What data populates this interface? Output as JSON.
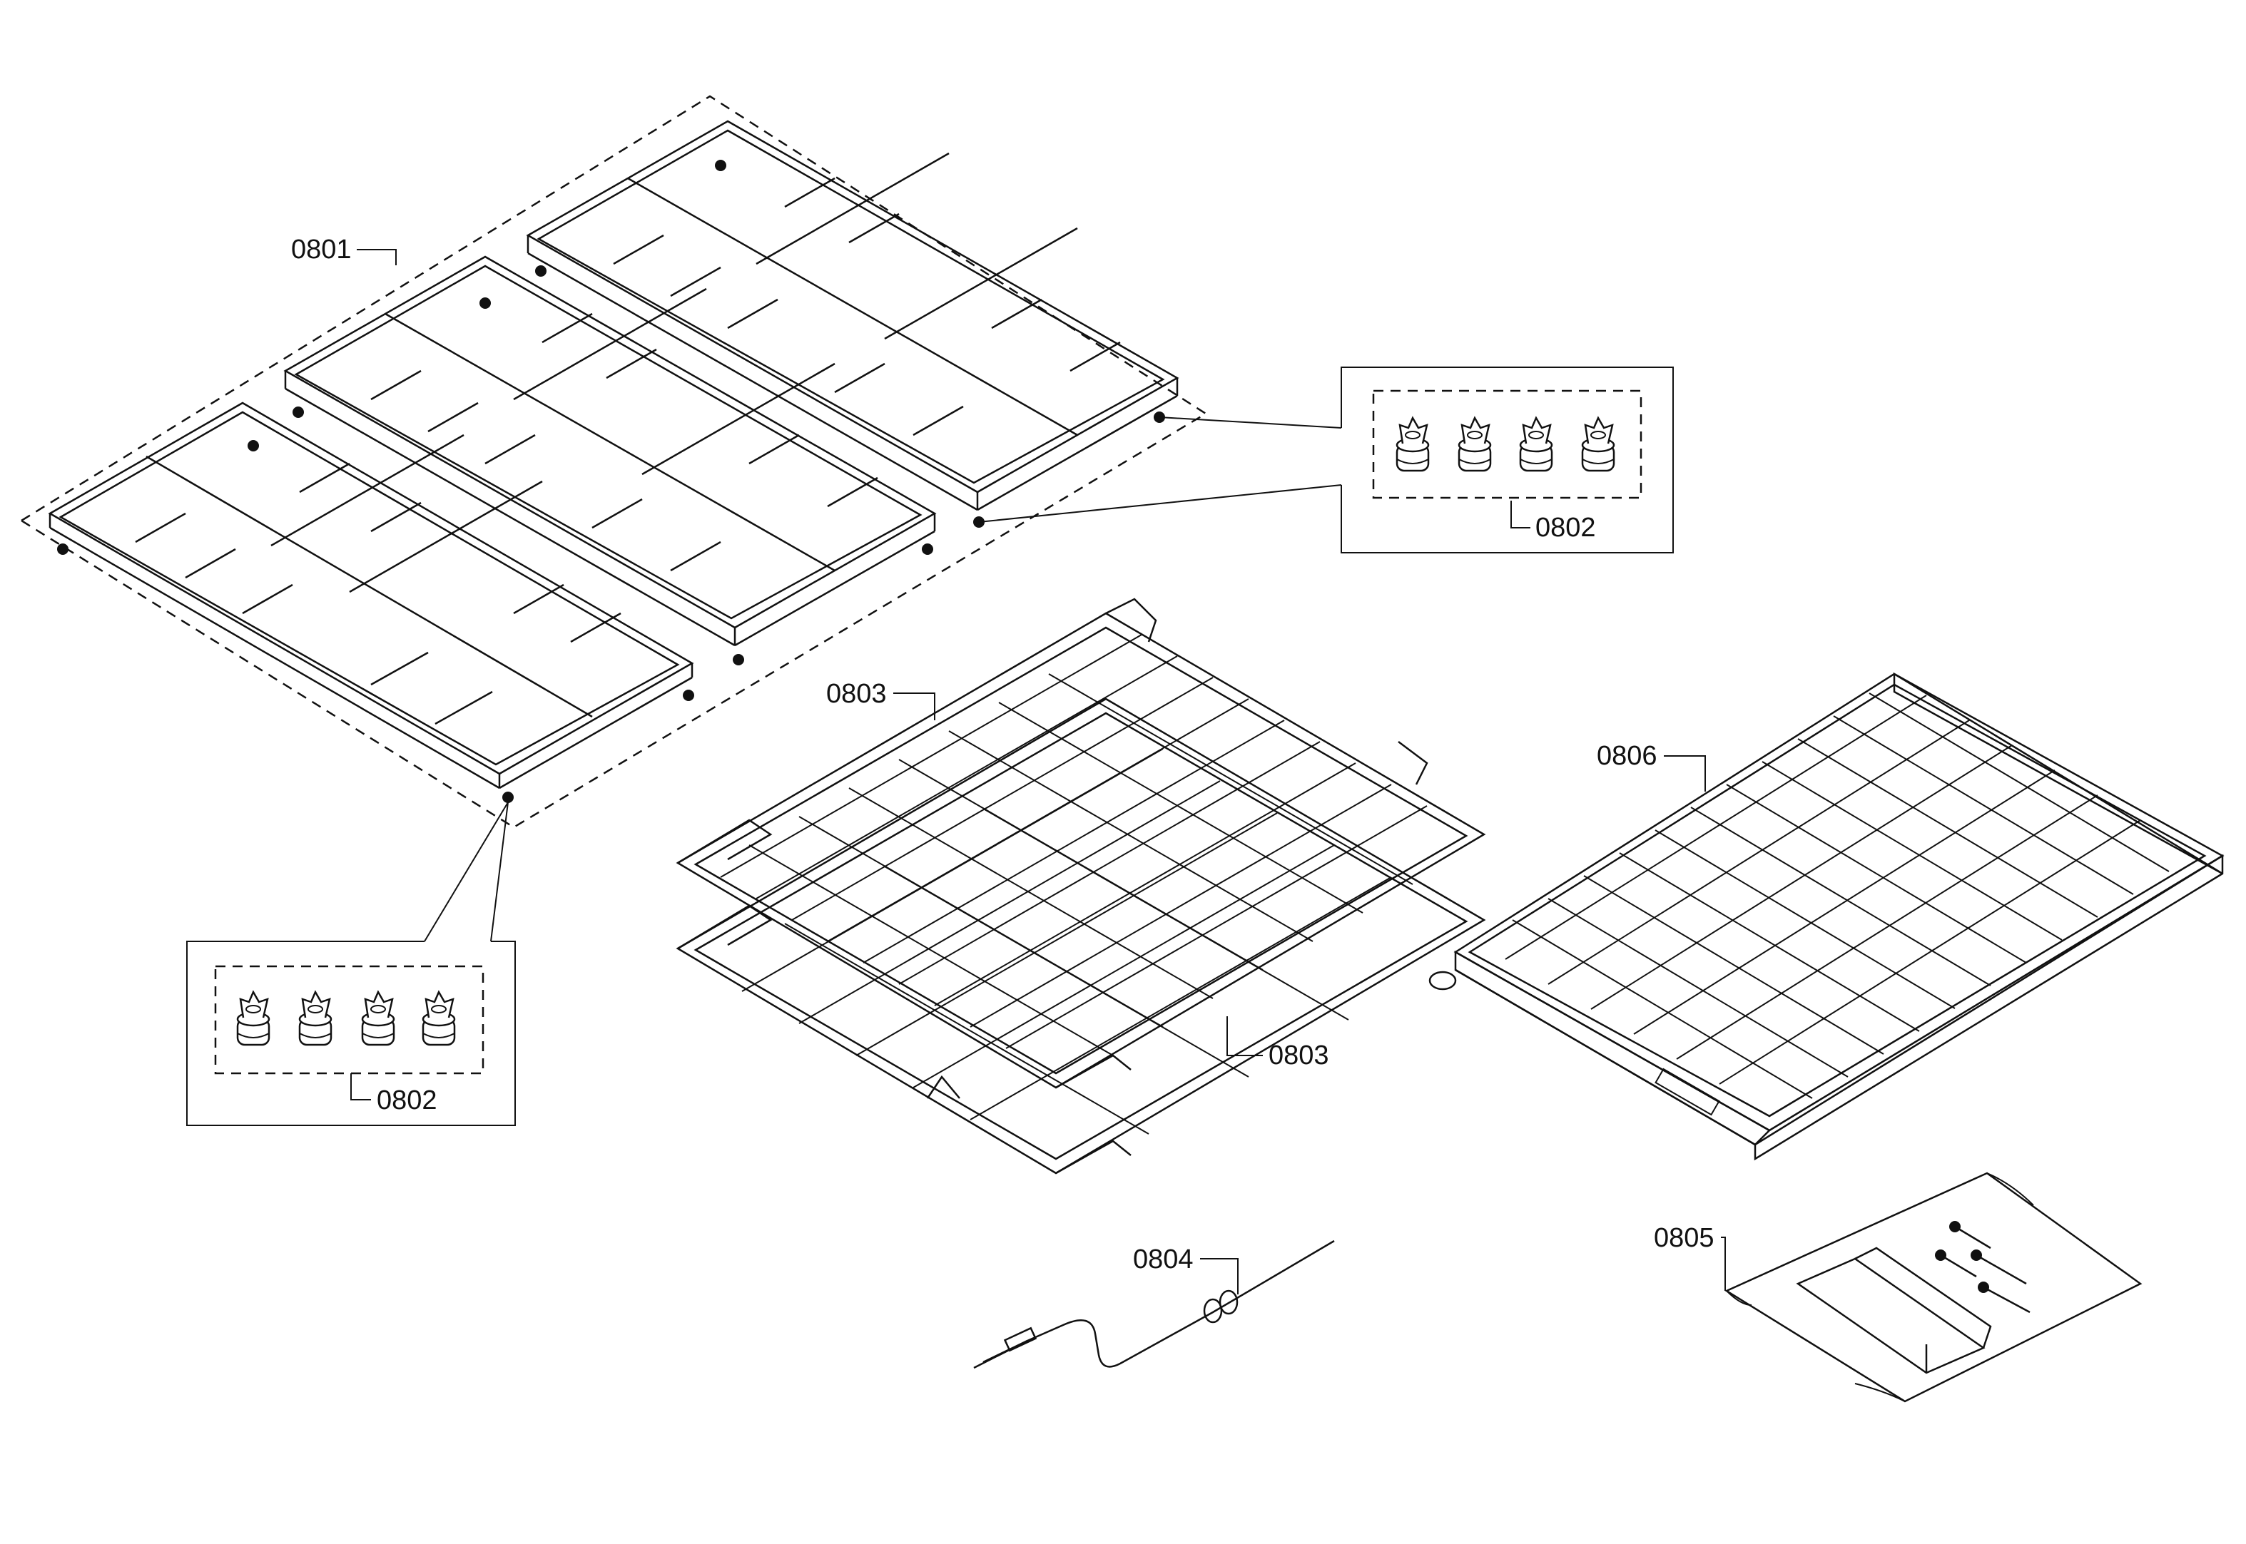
{
  "parts": {
    "grates": "0801",
    "bumpers_right": "0802",
    "bumpers_left": "0802",
    "rack_upper": "0803",
    "rack_lower": "0803",
    "probe": "0804",
    "hardware_kit": "0805",
    "telescopic_rack": "0806"
  }
}
